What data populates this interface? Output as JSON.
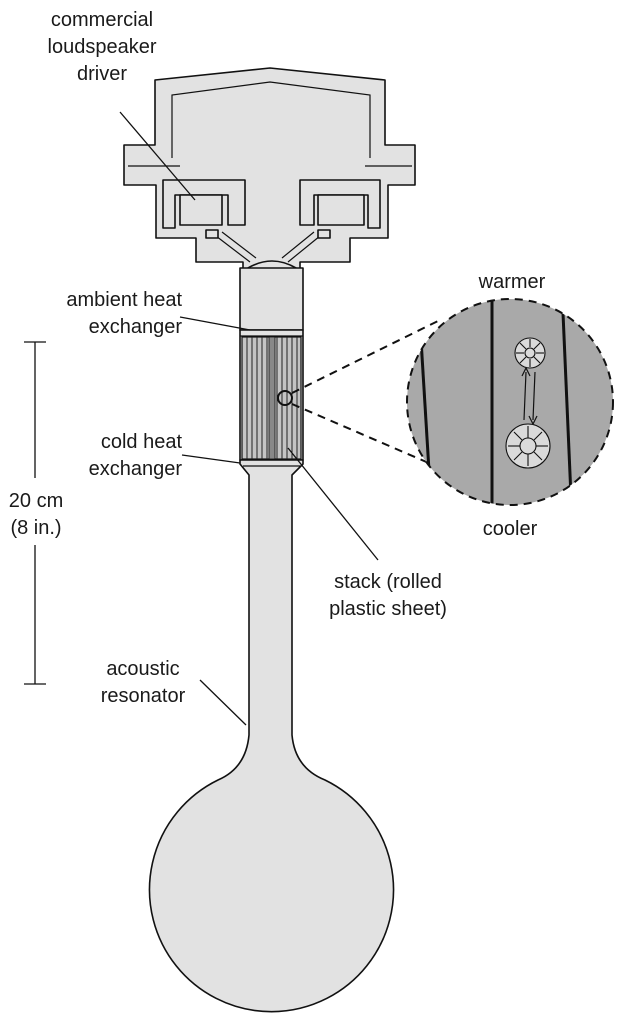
{
  "labels": {
    "driver_line1": "commercial",
    "driver_line2": "loudspeaker",
    "driver_line3": "driver",
    "ambient_line1": "ambient heat",
    "ambient_line2": "exchanger",
    "cold_line1": "cold heat",
    "cold_line2": "exchanger",
    "scale_line1": "20 cm",
    "scale_line2": "(8 in.)",
    "resonator_line1": "acoustic",
    "resonator_line2": "resonator",
    "stack_line1": "stack (rolled",
    "stack_line2": "plastic sheet)",
    "warmer": "warmer",
    "cooler": "cooler"
  },
  "colors": {
    "body_fill": "#e2e2e2",
    "zoom_fill": "#a9a9a9",
    "stack_fill": "#c4c4c4",
    "outline": "#111111"
  }
}
